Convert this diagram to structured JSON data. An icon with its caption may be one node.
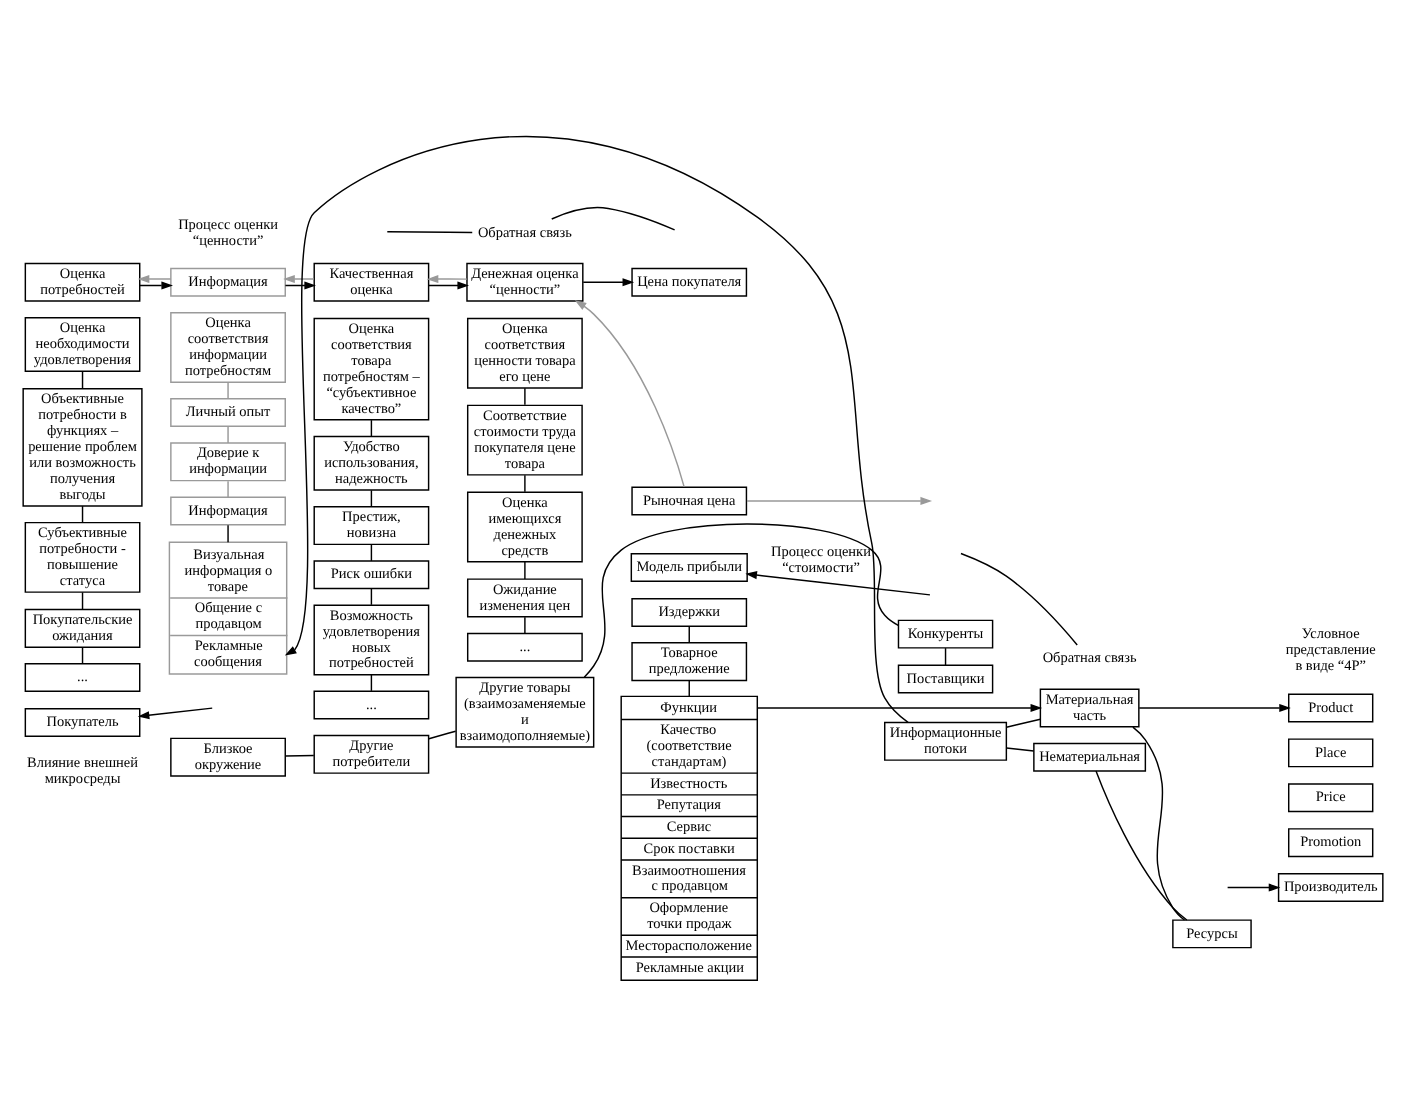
{
  "diagram": {
    "nodes": [
      {
        "text": [
          "Обратная связь"
        ]
      },
      {
        "text": [
          "Обратная связь"
        ]
      },
      {
        "text": [
          "Оценка потребностей"
        ]
      },
      {
        "text": [
          "Информация"
        ]
      },
      {
        "text": [
          "Качественная оценка"
        ]
      },
      {
        "text": [
          "Денежная оценка “ценности”"
        ]
      },
      {
        "text": [
          "Цена покупателя"
        ]
      },
      {
        "text": [
          "Рыночная цена"
        ]
      },
      {
        "text": [
          "Модель прибыли"
        ]
      },
      {
        "text": [
          "Издержки"
        ]
      },
      {
        "text": [
          "Оценка необходимости удовлетворения"
        ]
      },
      {
        "text": [
          "Объективные потребности в функциях – решение проблем или возможность получения выгоды"
        ]
      },
      {
        "text": [
          "Субъективные потребности - повышение статуса"
        ]
      },
      {
        "text": [
          "Покупательские ожидания"
        ]
      },
      {
        "text": [
          "..."
        ]
      },
      {
        "text": [
          "Оценка соответствия информации потребностям"
        ]
      },
      {
        "text": [
          "Личный опыт"
        ]
      },
      {
        "text": [
          "Доверие к информации"
        ]
      },
      {
        "text": [
          "Информация"
        ]
      },
      {
        "text": [
          "Визуальная информация о товаре",
          "Общение с продавцом",
          "Рекламные сообщения"
        ]
      },
      {
        "text": [
          "Оценка соответствия товара потребностям – “субъективное качество”"
        ]
      },
      {
        "text": [
          "Удобство использования, надежность"
        ]
      },
      {
        "text": [
          "Престиж, новизна"
        ]
      },
      {
        "text": [
          "Риск ошибки"
        ]
      },
      {
        "text": [
          "Возможность удовлетворения новых потребностей"
        ]
      },
      {
        "text": [
          "..."
        ]
      },
      {
        "text": [
          "Оценка соответствия ценности товара его цене"
        ]
      },
      {
        "text": [
          "Соответствие стоимости труда покупателя цене товара"
        ]
      },
      {
        "text": [
          "Оценка имеющихся денежных средств"
        ]
      },
      {
        "text": [
          "Ожидание изменения цен"
        ]
      },
      {
        "text": [
          "..."
        ]
      },
      {
        "text": [
          "Товарное предложение"
        ]
      },
      {
        "text": [
          "Функции",
          "Качество (соответствие стандартам)",
          "Известность",
          "Репутация",
          "Сервис",
          "Срок поставки",
          "Взаимоотношения с продавцом",
          "Оформление точки продаж",
          "Месторасположение",
          "Рекламные акции"
        ]
      },
      {
        "text": [
          "Информационные потоки"
        ]
      },
      {
        "text": [
          "Материальная часть"
        ]
      },
      {
        "text": [
          "Нематериальная"
        ]
      },
      {
        "text": [
          "Ресурсы"
        ]
      },
      {
        "text": [
          "Product"
        ]
      },
      {
        "text": [
          "Place"
        ]
      },
      {
        "text": [
          "Price"
        ]
      },
      {
        "text": [
          "Promotion"
        ]
      },
      {
        "text": [
          "Покупатель"
        ]
      },
      {
        "text": [
          "Производитель"
        ]
      },
      {
        "text": [
          "Близкое окружение"
        ]
      },
      {
        "text": [
          "Другие потребители"
        ]
      },
      {
        "text": [
          "Другие товары (взаимозаменяемые и взаимодополняемые)"
        ]
      },
      {
        "text": [
          "Конкуренты"
        ]
      },
      {
        "text": [
          "Поставщики"
        ]
      }
    ],
    "edges": [
      {
        "from": 2,
        "to": 3,
        "arrow": "to"
      },
      {
        "from": 3,
        "to": 2,
        "arrow": "to",
        "color": "#999999"
      },
      {
        "from": 3,
        "to": 4,
        "arrow": "to"
      },
      {
        "from": 4,
        "to": 3,
        "arrow": "to",
        "color": "#999999"
      },
      {
        "from": 4,
        "to": 5,
        "arrow": "to"
      },
      {
        "from": 5,
        "to": 4,
        "arrow": "to",
        "color": "#999999"
      },
      {
        "from": 5,
        "to": 6,
        "arrow": "to"
      },
      {
        "from": 7,
        "to": 5,
        "arrow": "to",
        "color": "#999999"
      },
      {
        "from": 7,
        "to": null,
        "arrow": "to",
        "color": "#999999"
      },
      {
        "from": null,
        "to": 8,
        "arrow": "to",
        "label": "Процесс оценки “стоимости”"
      },
      {
        "from": 0,
        "to": null,
        "arrow": "none"
      },
      {
        "from": 0,
        "to": null,
        "arrow": "none"
      },
      {
        "from": 1,
        "to": null,
        "arrow": "none"
      },
      {
        "from": 10,
        "to": 11,
        "arrow": "none"
      },
      {
        "from": 11,
        "to": 12,
        "arrow": "none"
      },
      {
        "from": 12,
        "to": 13,
        "arrow": "none"
      },
      {
        "from": 13,
        "to": 14,
        "arrow": "none"
      },
      {
        "from": 15,
        "to": 16,
        "arrow": "none",
        "color": "#999999"
      },
      {
        "from": 16,
        "to": 17,
        "arrow": "none",
        "color": "#999999"
      },
      {
        "from": 17,
        "to": 18,
        "arrow": "none",
        "color": "#999999"
      },
      {
        "from": 18,
        "to": 19,
        "arrow": "none"
      },
      {
        "from": 20,
        "to": 21,
        "arrow": "none"
      },
      {
        "from": 21,
        "to": 22,
        "arrow": "none"
      },
      {
        "from": 22,
        "to": 23,
        "arrow": "none"
      },
      {
        "from": 23,
        "to": 24,
        "arrow": "none"
      },
      {
        "from": 24,
        "to": 25,
        "arrow": "none"
      },
      {
        "from": 26,
        "to": 27,
        "arrow": "none"
      },
      {
        "from": 27,
        "to": 28,
        "arrow": "none"
      },
      {
        "from": 28,
        "to": 29,
        "arrow": "none"
      },
      {
        "from": 29,
        "to": 30,
        "arrow": "none"
      },
      {
        "from": 9,
        "to": 31,
        "arrow": "none"
      },
      {
        "from": 31,
        "to": 32,
        "arrow": "none"
      },
      {
        "from": 32,
        "to": 34,
        "arrow": "to"
      },
      {
        "from": 34,
        "to": 37,
        "arrow": "to"
      },
      {
        "from": 33,
        "to": 34,
        "arrow": "none"
      },
      {
        "from": 34,
        "to": 36,
        "arrow": "none"
      },
      {
        "from": 33,
        "to": 35,
        "arrow": "none"
      },
      {
        "from": 35,
        "to": 36,
        "arrow": "none"
      },
      {
        "from": 33,
        "to": 19,
        "arrow": "to"
      },
      {
        "from": null,
        "to": 41,
        "arrow": "to"
      },
      {
        "from": null,
        "to": 42,
        "arrow": "to"
      },
      {
        "from": 43,
        "to": 44,
        "arrow": "none"
      },
      {
        "from": 44,
        "to": 45,
        "arrow": "none"
      },
      {
        "from": 45,
        "to": 46,
        "arrow": "none"
      },
      {
        "from": 46,
        "to": 47,
        "arrow": "none"
      }
    ],
    "labels": [
      "Процесс оценки “ценности”",
      "Условное представление в виде “4P”",
      "Влияние внешней микросреды"
    ]
  }
}
